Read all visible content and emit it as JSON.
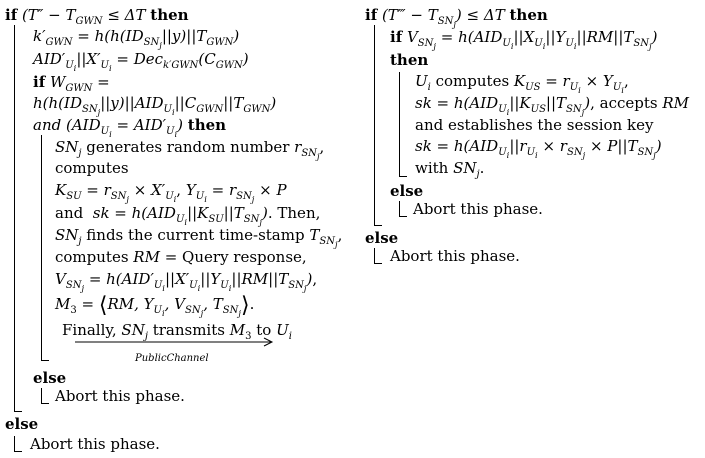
{
  "keywords": {
    "if": "if",
    "then": "then",
    "else": "else",
    "and": "and"
  },
  "left_column": {
    "line01_cond": "(T″ − T",
    "line01_sub": "GWN",
    "line01_rest": " ≤ ΔT",
    "line02": "k′ = h(h(ID||y)||T)",
    "line03": "AID′||X′ = Dec(C)",
    "line04": "W =",
    "line05": "h(h(ID||y)||AID||C||T)",
    "line06": "(AID = AID′)",
    "line07": "SN generates random number r,",
    "line08": "computes",
    "line09": "K = r × X′, Y = r × P",
    "line10": "and sk = h(AID||K||T). Then,",
    "line11": "SN finds the current time-stamp T,",
    "line12": "computes RM = Query response,",
    "line13": "V = h(AID′||X′||Y||RM||T),",
    "line14": "M3 = ⟨RM, Y, V, T⟩.",
    "line15": "Finally, SN transmits M3 to U",
    "arrow_label": "PublicChannel",
    "else_inner": "Abort this phase.",
    "else_outer": "Abort this phase."
  },
  "right_column": {
    "line01": "(T‴ − T) ≤ ΔT",
    "line02": "V = h(AID||X||Y||RM||T)",
    "line04": "U computes K = r × Y,",
    "line05": "sk = h(AID||K||T), accepts RM",
    "line06": "and establishes the session key",
    "line07": "sk = h(AID||r × r × P||T)",
    "line08": "with SN.",
    "else_inner": "Abort this phase.",
    "else_outer": "Abort this phase."
  }
}
